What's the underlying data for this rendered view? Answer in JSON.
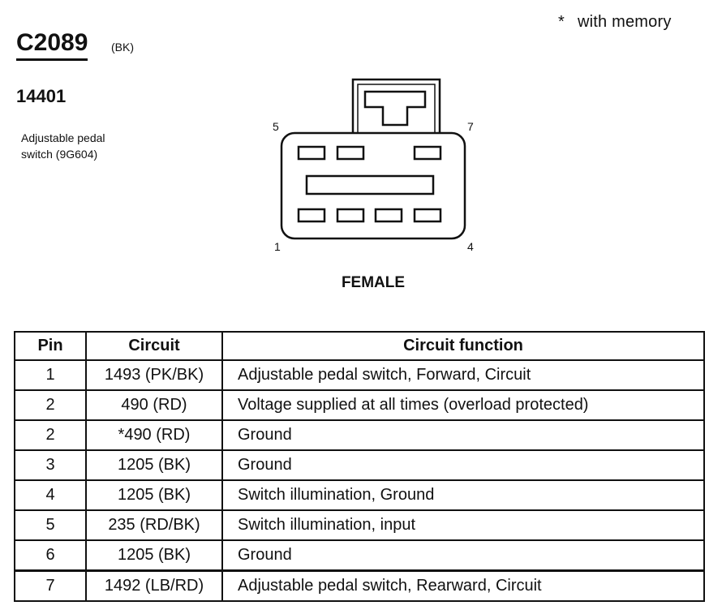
{
  "note": {
    "star": "*",
    "text": "with memory"
  },
  "connector": {
    "id": "C2089",
    "color": "(BK)",
    "part_number": "14401",
    "description_line1": "Adjustable pedal",
    "description_line2": "switch (9G604)"
  },
  "diagram": {
    "pin_labels": {
      "top_left": "5",
      "top_right": "7",
      "bottom_left": "1",
      "bottom_right": "4"
    },
    "view": "FEMALE"
  },
  "table": {
    "headers": {
      "pin": "Pin",
      "circuit": "Circuit",
      "function": "Circuit function"
    },
    "rows": [
      {
        "pin": "1",
        "circuit": "1493 (PK/BK)",
        "function": "Adjustable pedal switch, Forward, Circuit"
      },
      {
        "pin": "2",
        "circuit": "490 (RD)",
        "function": "Voltage supplied at all times (overload protected)"
      },
      {
        "pin": "2",
        "circuit": "*490 (RD)",
        "function": "Ground"
      },
      {
        "pin": "3",
        "circuit": "1205 (BK)",
        "function": "Ground"
      },
      {
        "pin": "4",
        "circuit": "1205 (BK)",
        "function": "Switch illumination, Ground"
      },
      {
        "pin": "5",
        "circuit": "235 (RD/BK)",
        "function": "Switch illumination, input"
      },
      {
        "pin": "6",
        "circuit": "1205 (BK)",
        "function": "Ground"
      },
      {
        "pin": "7",
        "circuit": "1492 (LB/RD)",
        "function": "Adjustable pedal switch, Rearward, Circuit"
      }
    ]
  }
}
